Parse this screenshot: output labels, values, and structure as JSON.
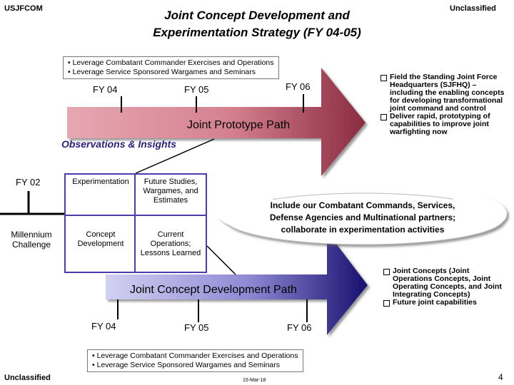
{
  "header": {
    "org": "USJFCOM",
    "classification": "Unclassified",
    "title_line1": "Joint Concept Development and",
    "title_line2": "Experimentation Strategy (FY 04-05)"
  },
  "top_bullets": [
    "• Leverage Combatant Commander Exercises and Operations",
    "• Leverage Service Sponsored Wargames and Seminars"
  ],
  "prototype_path": {
    "label": "Joint Prototype Path",
    "fy": [
      "FY 04",
      "FY 05",
      "FY 06"
    ],
    "outcomes": [
      "Field the Standing Joint Force Headquarters (SJFHQ) – including the enabling concepts for developing transformational joint command and control",
      "Deliver rapid, prototyping of capabilities to improve joint warfighting now"
    ]
  },
  "observations": "Observations & Insights",
  "left": {
    "fy": "FY 02",
    "event_line1": "Millennium",
    "event_line2": "Challenge"
  },
  "grid": {
    "tl": "Experimentation",
    "tr_lines": [
      "Future Studies,",
      "Wargames, and",
      "Estimates"
    ],
    "bl_lines": [
      "Concept",
      "Development"
    ],
    "br_lines": [
      "Current",
      "Operations;",
      "Lessons Learned"
    ]
  },
  "cloud_lines": [
    "Include our Combatant Commands, Services,",
    "Defense Agencies and Multinational partners;",
    "collaborate in experimentation activities"
  ],
  "concept_path": {
    "label": "Joint Concept Development  Path",
    "fy": [
      "FY 04",
      "FY 05",
      "FY 06"
    ],
    "outcomes": [
      "Joint Concepts (Joint Operations Concepts, Joint Operating Concepts, and Joint Integrating Concepts)",
      "Future joint capabilities"
    ]
  },
  "bottom_bullets": [
    "• Leverage Combatant Commander Exercises and Operations",
    "• Leverage Service Sponsored Wargames and Seminars"
  ],
  "footer": {
    "classification": "Unclassified",
    "date": "15-Mar-18",
    "page": "4"
  },
  "colors": {
    "arrow_pink": "#d98a96",
    "arrow_pink_dark": "#9a3a4c",
    "arrow_blue_light": "#b7b4e6",
    "arrow_blue_dark": "#1c1480",
    "grid_border": "#4b3cae"
  }
}
